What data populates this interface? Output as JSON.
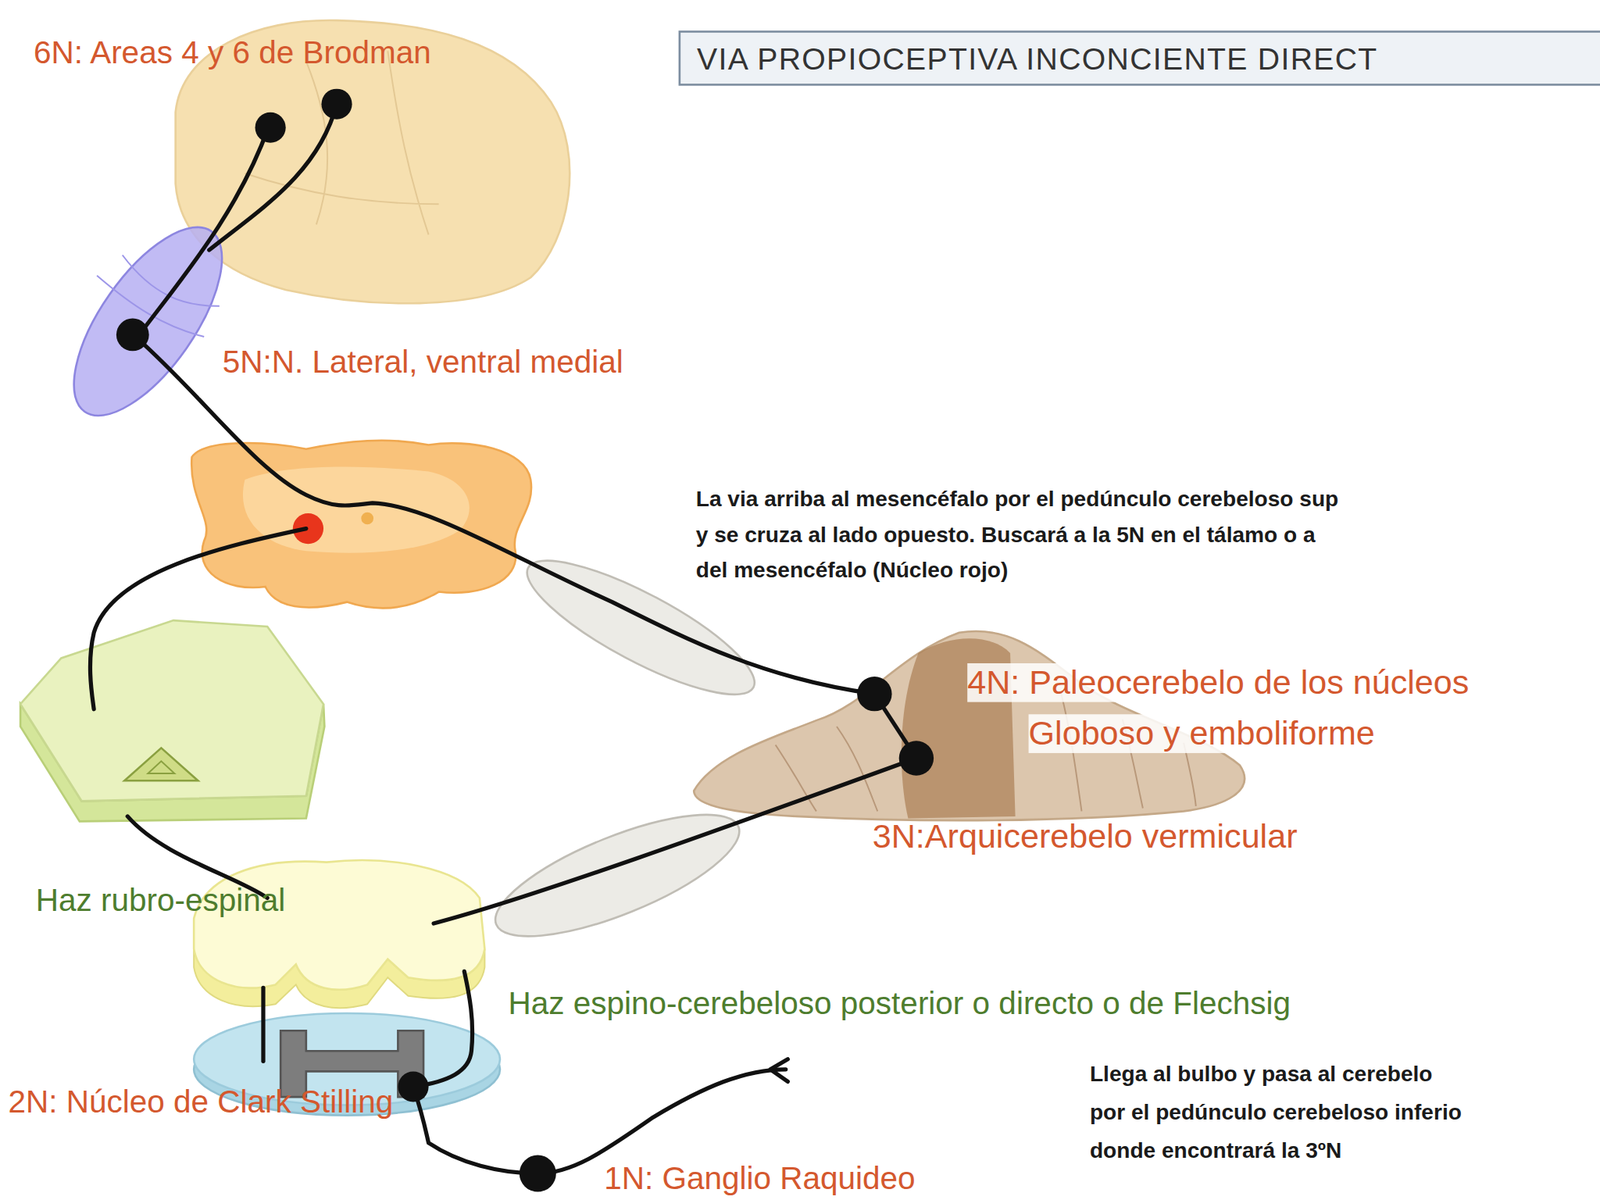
{
  "diagram": {
    "title": "VIA PROPIOCEPTIVA INCONCIENTE DIRECT",
    "labels": [
      "6N: Areas 4 y 6 de Brodman",
      "5N:N. Lateral, ventral medial",
      "La via arriba al mesencéfalo por el pedúnculo cerebeloso sup",
      "y se cruza al lado opuesto. Buscará a la 5N en el tálamo o a",
      "del mesencéfalo (Núcleo rojo)",
      "4N: Paleocerebelo de los núcleos",
      "Globoso y emboliforme",
      "3N:Arquicerebelo vermicular",
      "Haz rubro-espinal",
      "Haz espino-cerebeloso posterior o directo o de Flechsig",
      "Llega al bulbo y pasa al cerebelo",
      "2N: Núcleo de Clark Stilling",
      "por el pedúnculo cerebeloso inferio",
      "donde encontrará la 3ºN",
      "1N: Ganglio Raquideo"
    ]
  }
}
